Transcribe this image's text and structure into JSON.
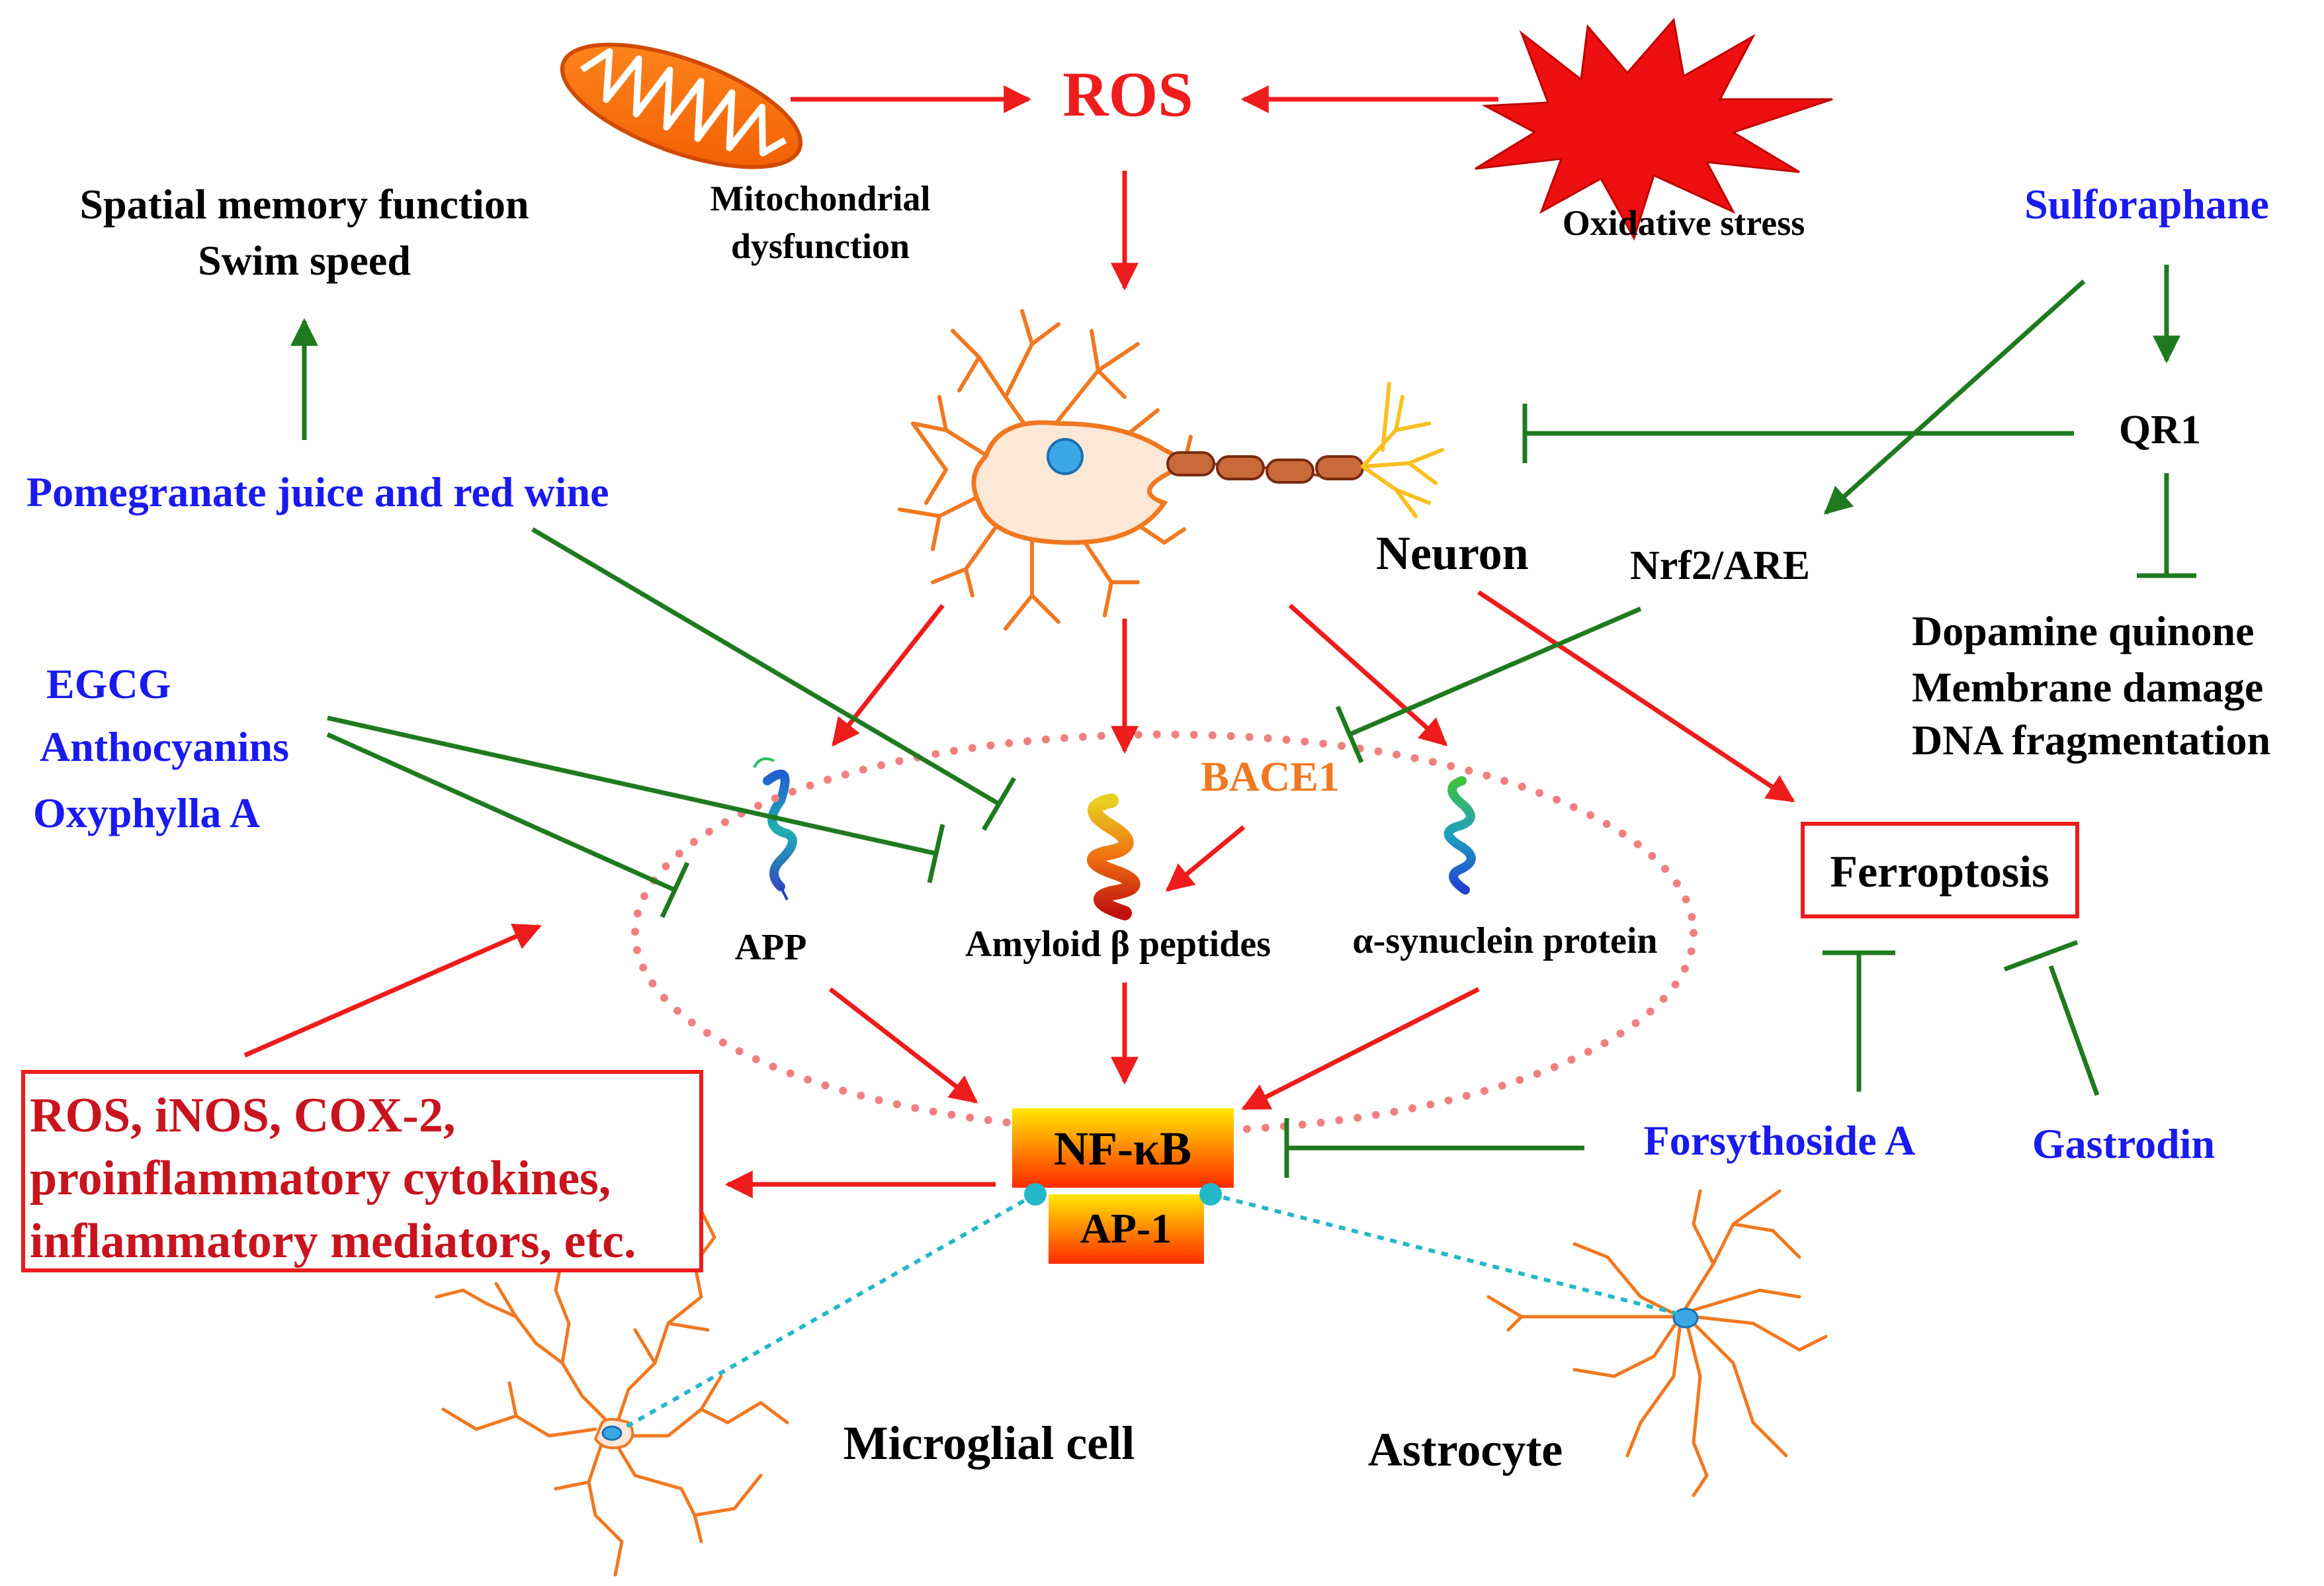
{
  "colors": {
    "activation": "#ee1c1c",
    "inhibition": "#1f7a1f",
    "compound": "#1a1aee",
    "black": "#000000",
    "inflammatory": "#c8141e",
    "bace1": "#f07820",
    "cell_outline": "#f07820",
    "cell_body": "#fde8d8",
    "nucleus": "#3ba7e6",
    "dotted_ellipse": "#f08080",
    "glia_link": "#22b8c8",
    "box_top": "#ffe800",
    "box_bottom": "#ff2a00"
  },
  "labels": {
    "ros_top": "ROS",
    "mito": [
      "Mitochondrial",
      "dysfunction"
    ],
    "oxidative": "Oxidative stress",
    "spatial": [
      "Spatial memory function",
      "Swim speed"
    ],
    "pomegranate": "Pomegranate juice and red wine",
    "egcg": [
      "EGCG",
      "Anthocyanins",
      "Oxyphylla A"
    ],
    "neuron": "Neuron",
    "sulforaphane": "Sulforaphane",
    "qr1": "QR1",
    "nrf2": "Nrf2/ARE",
    "dopamine": [
      "Dopamine quinone",
      "Membrane damage",
      "DNA fragmentation"
    ],
    "bace1": "BACE1",
    "app": "APP",
    "amyloid": "Amyloid β peptides",
    "synuclein": "α-synuclein protein",
    "ferroptosis": "Ferroptosis",
    "inflammatory": [
      "ROS, iNOS, COX-2,",
      "proinflammatory cytokines,",
      "inflammatory mediators, etc."
    ],
    "nfkb": "NF-κB",
    "ap1": "AP-1",
    "forsythoside": "Forsythoside A",
    "gastrodin": "Gastrodin",
    "microglia": "Microglial cell",
    "astrocyte": "Astrocyte"
  },
  "icons": {
    "mitochondrion": "mitochondrion-icon",
    "oxidative_burst": "oxidative-stress-burst-icon",
    "neuron": "neuron-icon",
    "microglia": "microglial-cell-icon",
    "astrocyte": "astrocyte-icon",
    "app_protein": "app-protein-ribbon-icon",
    "amyloid_protein": "amyloid-beta-ribbon-icon",
    "synuclein_protein": "alpha-synuclein-ribbon-icon"
  }
}
